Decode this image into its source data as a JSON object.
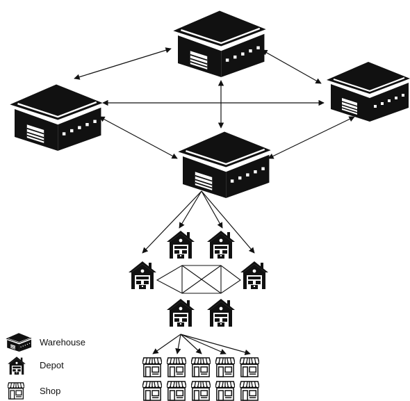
{
  "legend": {
    "items": [
      {
        "key": "warehouse",
        "label": "Warehouse",
        "icon": "warehouse-icon"
      },
      {
        "key": "depot",
        "label": "Depot",
        "icon": "depot-icon"
      },
      {
        "key": "shop",
        "label": "Shop",
        "icon": "shop-icon"
      }
    ]
  },
  "nodes": {
    "warehouses": [
      {
        "id": "warehouse-top"
      },
      {
        "id": "warehouse-left"
      },
      {
        "id": "warehouse-right"
      },
      {
        "id": "warehouse-center"
      }
    ],
    "depots": [
      {
        "id": "depot-1"
      },
      {
        "id": "depot-2"
      },
      {
        "id": "depot-3"
      },
      {
        "id": "depot-4"
      },
      {
        "id": "depot-5"
      },
      {
        "id": "depot-6"
      }
    ],
    "shops": [
      {
        "id": "shop-1"
      },
      {
        "id": "shop-2"
      },
      {
        "id": "shop-3"
      },
      {
        "id": "shop-4"
      },
      {
        "id": "shop-5"
      },
      {
        "id": "shop-6"
      },
      {
        "id": "shop-7"
      },
      {
        "id": "shop-8"
      },
      {
        "id": "shop-9"
      },
      {
        "id": "shop-10"
      }
    ]
  },
  "colors": {
    "ink": "#111111",
    "background": "#ffffff"
  }
}
